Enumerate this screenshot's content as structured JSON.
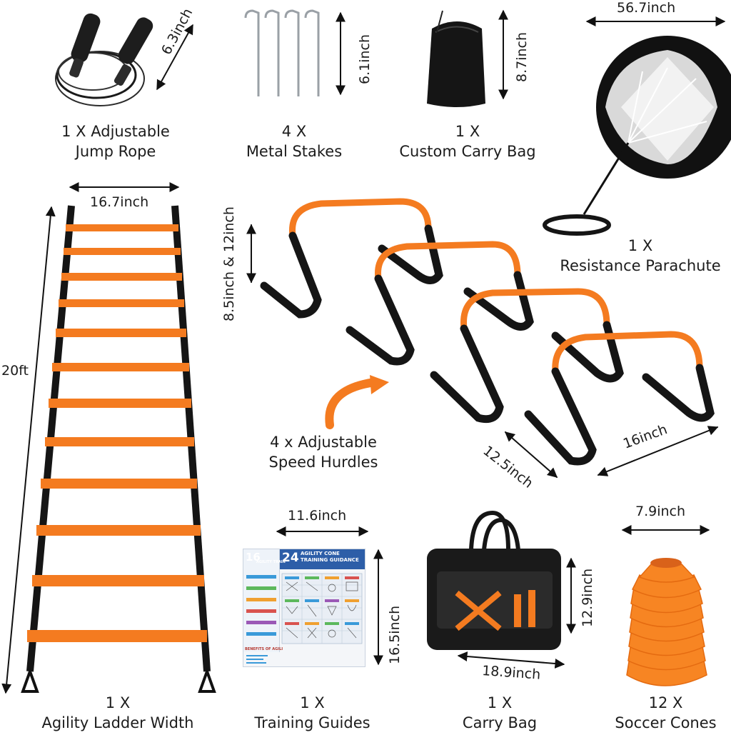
{
  "items": {
    "jump_rope": {
      "caption": [
        "1 X Adjustable",
        "Jump Rope"
      ],
      "dimension": "6.3inch"
    },
    "stakes": {
      "caption": [
        "4 X",
        "Metal Stakes"
      ],
      "dimension": "6.1inch"
    },
    "carry_bag_small": {
      "caption": [
        "1 X",
        "Custom Carry Bag"
      ],
      "dimension": "8.7inch"
    },
    "parachute": {
      "caption": [
        "1 X",
        "Resistance Parachute"
      ],
      "dimension": "56.7inch"
    },
    "ladder": {
      "caption": [
        "1 X",
        "Agility Ladder Width"
      ],
      "width": "16.7inch",
      "length": "20ft"
    },
    "hurdles": {
      "caption": [
        "4 x Adjustable",
        "Speed Hurdles"
      ],
      "height": "8.5inch & 12inch",
      "depth": "12.5inch",
      "width": "16inch"
    },
    "training_guides": {
      "caption": [
        "1 X",
        "Training Guides"
      ],
      "width": "11.6inch",
      "height": "16.5inch",
      "poster": {
        "num_left": "16",
        "num_right": "24",
        "title": [
          "AGILITY CONE",
          "TRAINING GUIDANCE"
        ],
        "left_title": "AGILITY TRAIN",
        "footer": "BENEFITS OF AGILI"
      }
    },
    "carry_bag": {
      "caption": [
        "1 X",
        "Carry Bag"
      ],
      "width": "18.9inch",
      "height": "12.9inch"
    },
    "cones": {
      "caption": [
        "12 X",
        "Soccer Cones"
      ],
      "dimension": "7.9inch"
    }
  },
  "colors": {
    "orange": "#f47b20",
    "black": "#151515",
    "text": "#1c1c1c"
  }
}
